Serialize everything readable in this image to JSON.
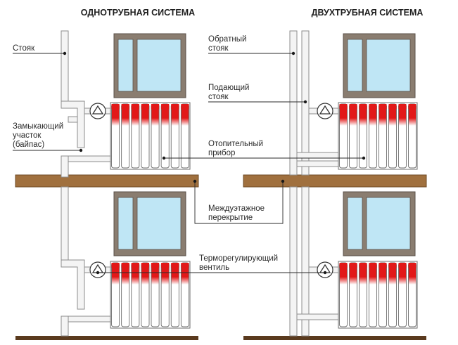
{
  "titles": {
    "single_pipe": "ОДНОТРУБНАЯ СИСТЕМА",
    "two_pipe": "ДВУХТРУБНАЯ СИСТЕМА"
  },
  "labels": {
    "riser": "Стояк",
    "bypass_line1": "Замыкающий",
    "bypass_line2": "участок",
    "bypass_line3": "(байпас)",
    "return_riser_line1": "Обратный",
    "return_riser_line2": "стояк",
    "supply_riser_line1": "Подающий",
    "supply_riser_line2": "стояк",
    "heater_line1": "Отопительный",
    "heater_line2": "прибор",
    "floor_slab_line1": "Междуэтажное",
    "floor_slab_line2": "перекрытие",
    "thermo_valve_line1": "Терморегулирующий",
    "thermo_valve_line2": "вентиль"
  },
  "colors": {
    "radiator_hot": "#e21818",
    "slab": "#a0703e",
    "glass": "#bfe6f5",
    "window_frame": "#8a7d70",
    "pipe": "#f4f4f4",
    "leader": "#2a2a2a"
  }
}
